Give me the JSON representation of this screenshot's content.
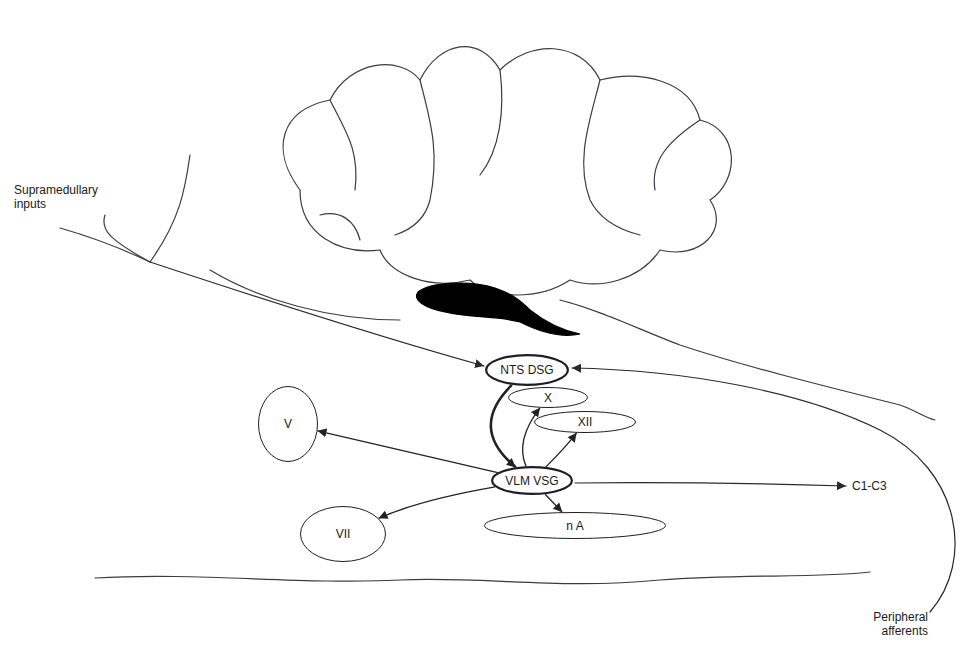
{
  "diagram": {
    "nodes": [
      {
        "text": [
          "NTS DSG"
        ]
      },
      {
        "text": [
          "X"
        ]
      },
      {
        "text": [
          "XII"
        ]
      },
      {
        "text": [
          "V"
        ]
      },
      {
        "text": [
          "VLM VSG"
        ]
      },
      {
        "text": [
          "VII"
        ]
      },
      {
        "text": [
          "n A"
        ]
      }
    ],
    "edges": [
      {
        "from": 0,
        "to": 4,
        "arrow": "to"
      },
      {
        "from": 4,
        "to": 1,
        "arrow": "to"
      },
      {
        "from": 4,
        "to": 2,
        "arrow": "to"
      },
      {
        "from": 4,
        "to": 3,
        "arrow": "to"
      },
      {
        "from": 4,
        "to": 5,
        "arrow": "to"
      },
      {
        "from": 4,
        "to": 6,
        "arrow": "to"
      }
    ],
    "labels": [
      "Supramedullary inputs",
      "C1-C3",
      "Peripheral afferents"
    ]
  }
}
